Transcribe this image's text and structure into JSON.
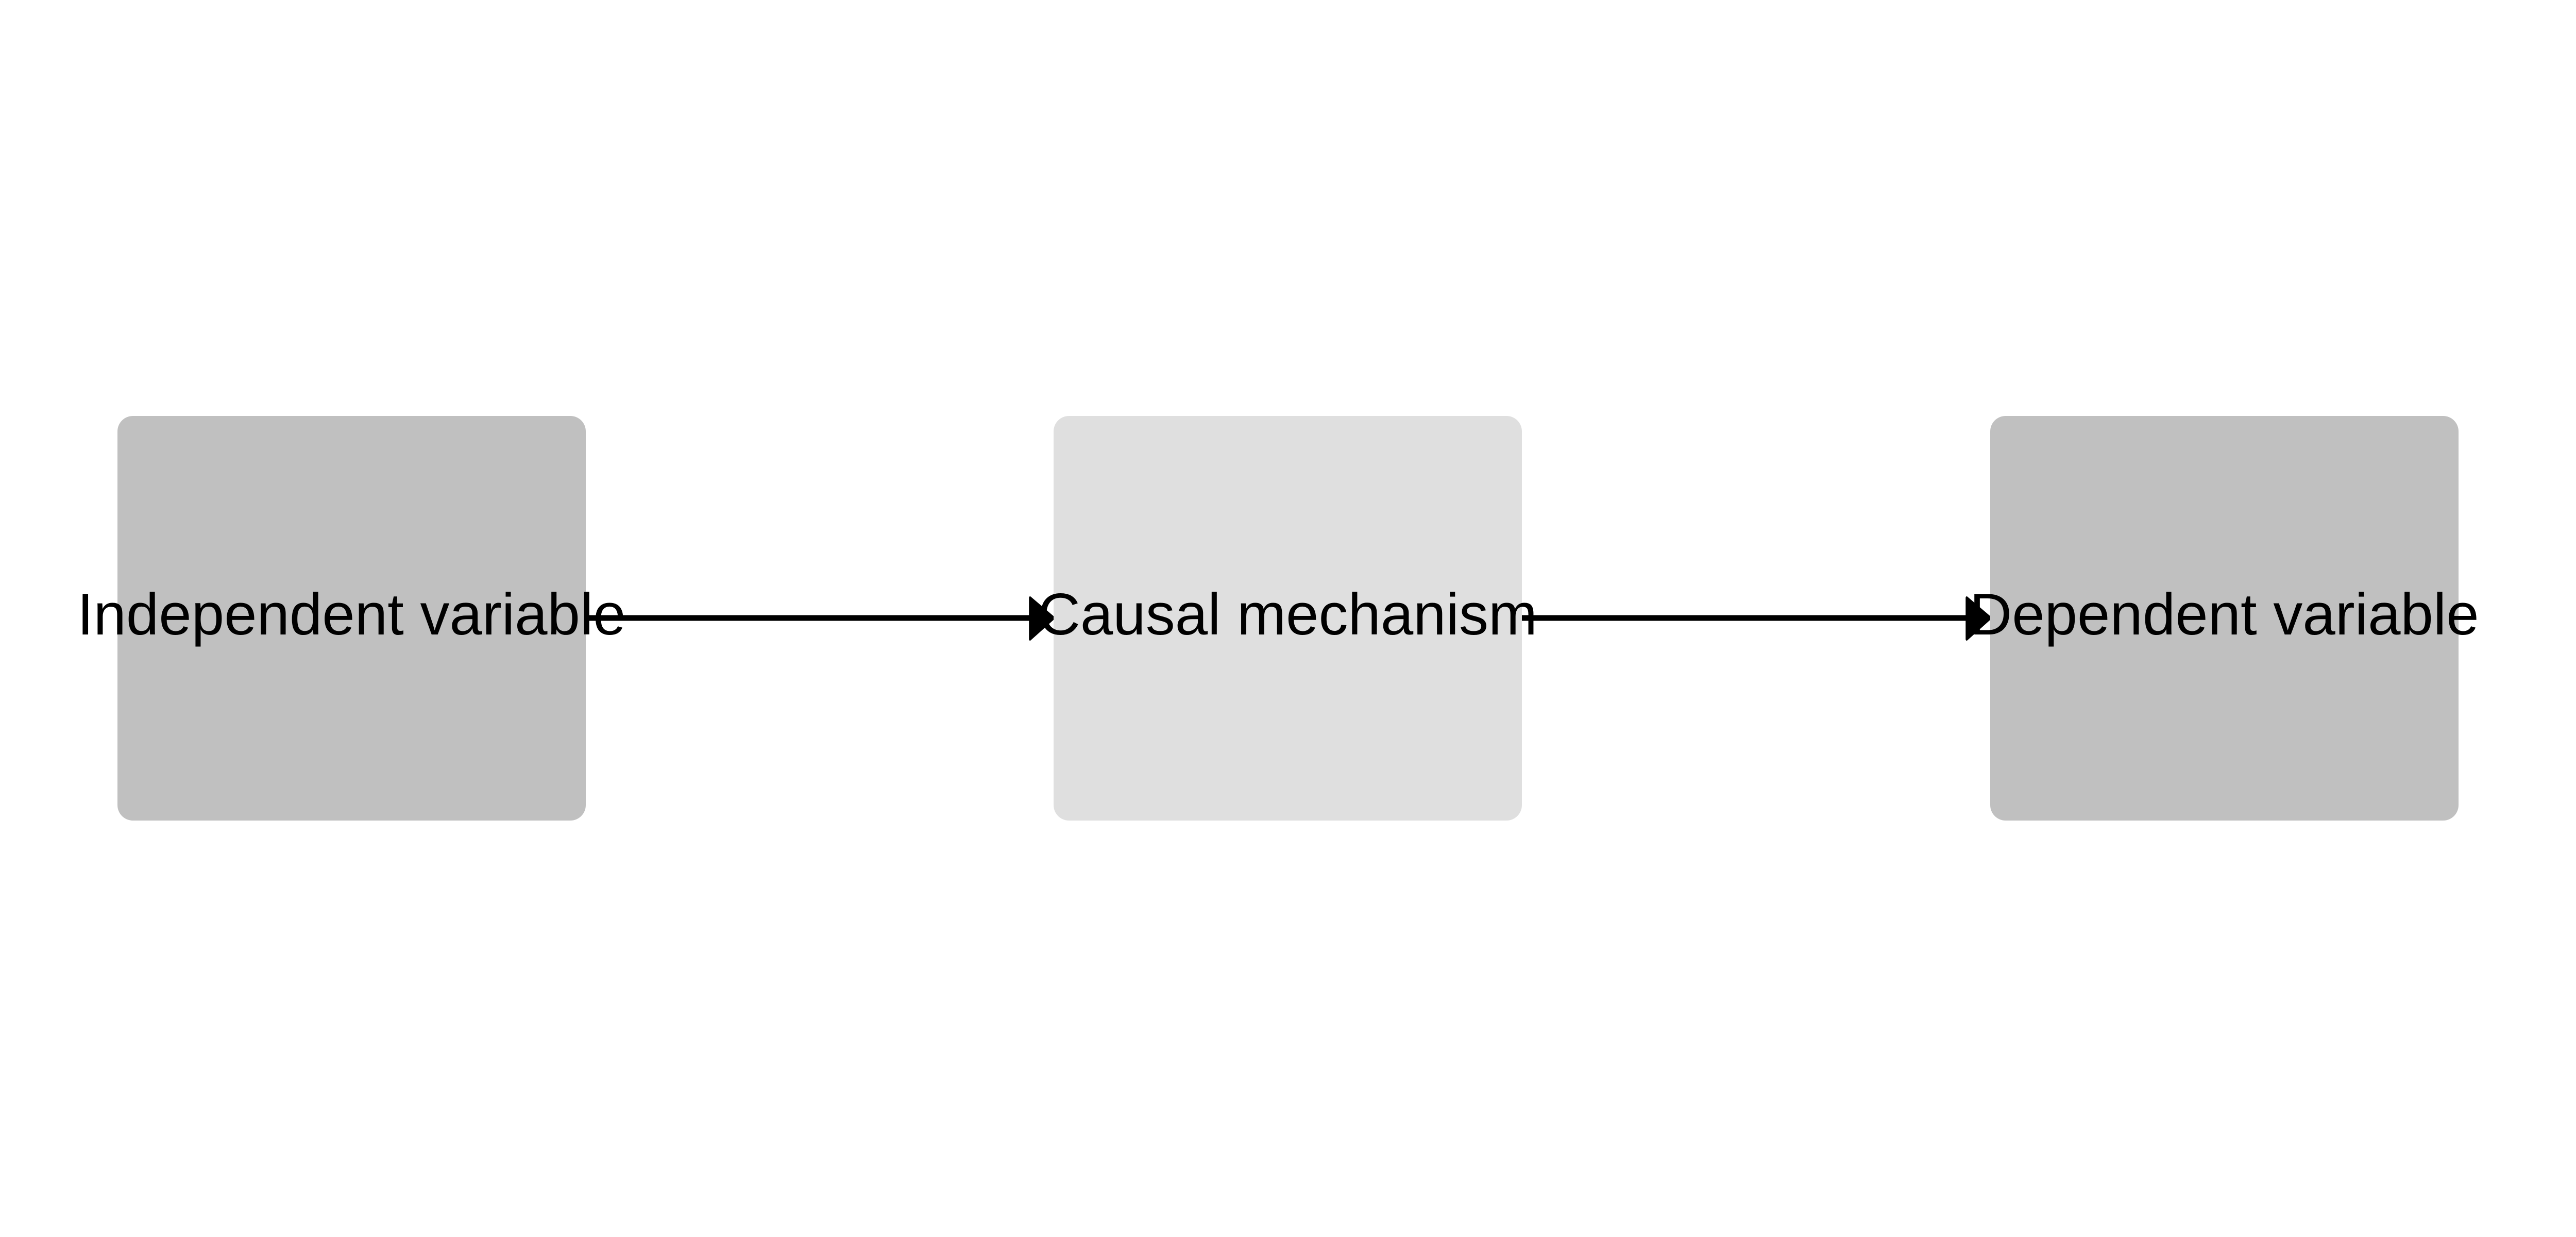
{
  "nodes": [
    {
      "label": "Independent variable",
      "fill": "#c0c0c0"
    },
    {
      "label": "Causal mechanism",
      "fill": "#dfdfdf"
    },
    {
      "label": "Dependent variable",
      "fill": "#c0c0c0"
    }
  ],
  "edges": [
    {
      "from": "Independent variable",
      "to": "Causal mechanism"
    },
    {
      "from": "Causal mechanism",
      "to": "Dependent variable"
    }
  ],
  "colors": {
    "edge": "#000000",
    "text": "#000000",
    "background": "#ffffff"
  }
}
